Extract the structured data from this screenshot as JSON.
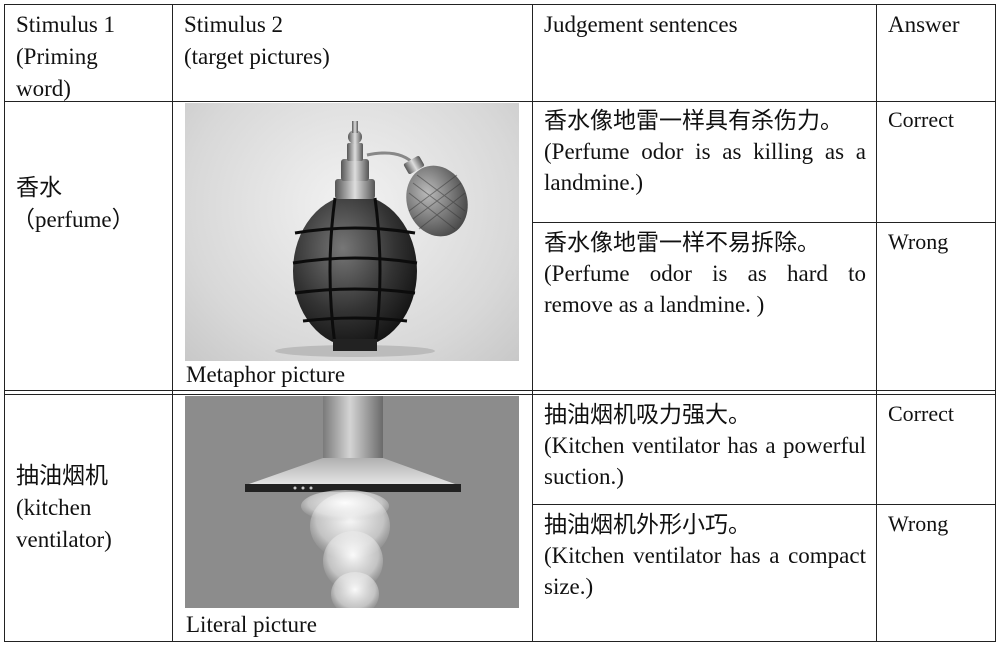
{
  "table": {
    "headers": {
      "col1": [
        "Stimulus 1",
        "(Priming",
        "word)"
      ],
      "col2": [
        "Stimulus 2",
        "(target pictures)"
      ],
      "col3": "Judgement sentences",
      "col4": "Answer"
    },
    "rows": [
      {
        "priming_word": [
          "香水",
          "（perfume）"
        ],
        "picture_caption": "Metaphor picture",
        "picture_icon": "perfume-grenade-image",
        "sentences": [
          {
            "zh": "香水像地雷一样具有杀伤力。",
            "en": "(Perfume odor is as killing as a landmine.)",
            "answer": "Correct"
          },
          {
            "zh": "香水像地雷一样不易拆除。",
            "en": "(Perfume odor is as hard to remove as a landmine. )",
            "answer": "Wrong"
          }
        ]
      },
      {
        "priming_word": [
          "抽油烟机",
          "(kitchen",
          "ventilator)"
        ],
        "picture_caption": "Literal picture",
        "picture_icon": "range-hood-image",
        "sentences": [
          {
            "zh": "抽油烟机吸力强大。",
            "en": "(Kitchen ventilator has a powerful suction.)",
            "answer": "Correct"
          },
          {
            "zh": "抽油烟机外形小巧。",
            "en": "(Kitchen ventilator has a compact size.)",
            "answer": "Wrong"
          }
        ]
      }
    ]
  }
}
